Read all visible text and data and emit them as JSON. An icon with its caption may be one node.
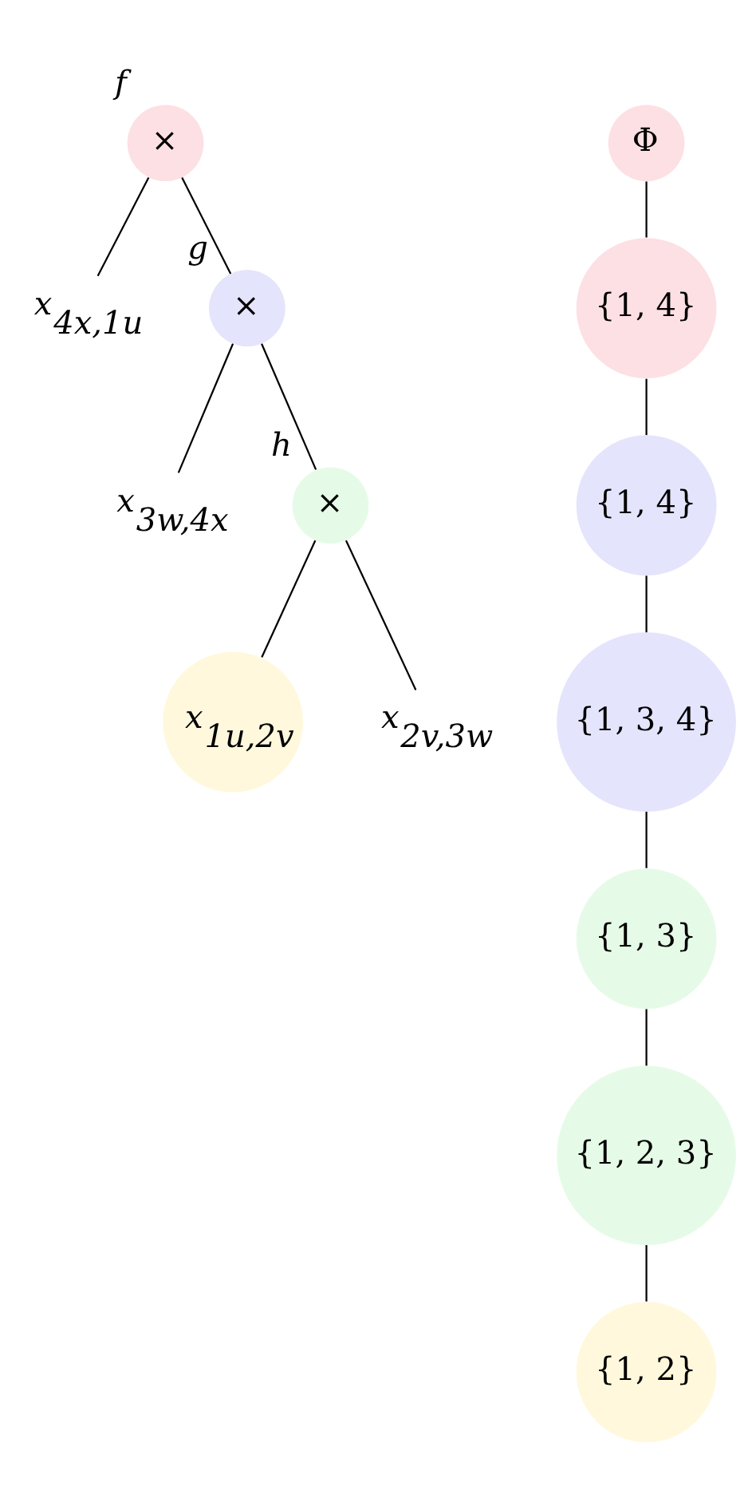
{
  "diagram": {
    "nodes": [
      {
        "text": [
          "×"
        ],
        "beside": [
          "f"
        ]
      },
      {
        "text": [
          "x$_{4x,1u}$"
        ]
      },
      {
        "text": [
          "×"
        ],
        "beside": [
          "g"
        ]
      },
      {
        "text": [
          "x$_{3w,4x}$"
        ]
      },
      {
        "text": [
          "×"
        ],
        "beside": [
          "h"
        ]
      },
      {
        "text": [
          "x$_{1u,2v}$"
        ]
      },
      {
        "text": [
          "x$_{2v,3w}$"
        ]
      },
      {
        "text": [
          "Φ"
        ]
      },
      {
        "text": [
          "{1, 4}"
        ]
      },
      {
        "text": [
          "{1, 4}"
        ]
      },
      {
        "text": [
          "{1, 3, 4}"
        ]
      },
      {
        "text": [
          "{1, 3}"
        ]
      },
      {
        "text": [
          "{1, 2, 3}"
        ]
      },
      {
        "text": [
          "{1, 2}"
        ]
      }
    ],
    "edges": [
      {
        "from": 0,
        "to": 2,
        "arrow": "none"
      },
      {
        "from": 0,
        "to": 1,
        "arrow": "none"
      },
      {
        "from": 2,
        "to": 4,
        "arrow": "none"
      },
      {
        "from": 2,
        "to": 3,
        "arrow": "none"
      },
      {
        "from": 4,
        "to": 5,
        "arrow": "none"
      },
      {
        "from": 4,
        "to": 6,
        "arrow": "none"
      },
      {
        "from": 7,
        "to": 8,
        "arrow": "none"
      },
      {
        "from": 8,
        "to": 9,
        "arrow": "none"
      },
      {
        "from": 9,
        "to": 10,
        "arrow": "none"
      },
      {
        "from": 10,
        "to": 11,
        "arrow": "none"
      },
      {
        "from": 11,
        "to": 12,
        "arrow": "none"
      },
      {
        "from": 12,
        "to": 13,
        "arrow": "none"
      }
    ]
  }
}
